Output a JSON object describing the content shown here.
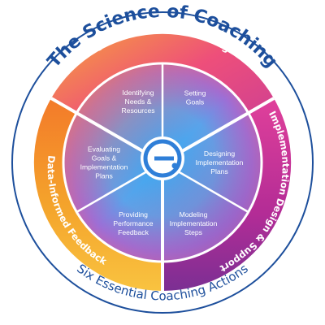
{
  "title": "The Science of Coaching",
  "bottom_caption": "Six Essential Coaching Actions",
  "ring_labels": {
    "top": "Collaborative Goal Setting",
    "right": "Implementation Design & Support",
    "left": "Data-Informed Feedback"
  },
  "segments": [
    {
      "id": "identifying-needs",
      "lines": [
        "Identifying",
        "Needs &",
        "Resources"
      ]
    },
    {
      "id": "setting-goals",
      "lines": [
        "Setting",
        "Goals"
      ]
    },
    {
      "id": "designing-plans",
      "lines": [
        "Designing",
        "Implementation",
        "Plans"
      ]
    },
    {
      "id": "modeling-steps",
      "lines": [
        "Modeling",
        "Implementation",
        "Steps"
      ]
    },
    {
      "id": "providing-feedback",
      "lines": [
        "Providing",
        "Performance",
        "Feedback"
      ]
    },
    {
      "id": "evaluating-goals",
      "lines": [
        "Evaluating",
        "Goals &",
        "Implementation",
        "Plans"
      ]
    }
  ],
  "colors": {
    "navy": "#1d4f9c",
    "white": "#ffffff",
    "magenta": "#c8359b",
    "orange": "#f08a23",
    "blue": "#2f8ee6"
  },
  "center_icon": "coaching-logo-icon"
}
